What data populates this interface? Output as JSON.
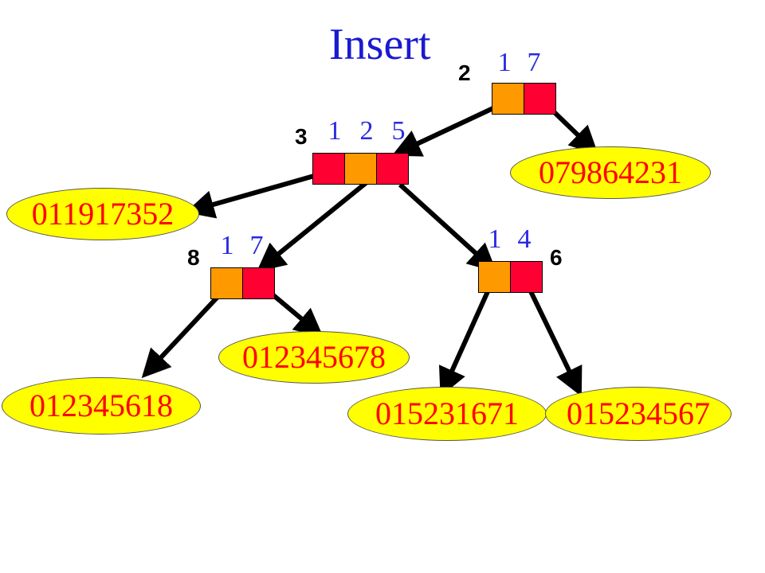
{
  "title": "Insert",
  "nodes": {
    "n2": {
      "number": "2",
      "digits": [
        "1",
        "7"
      ],
      "cells": [
        "orange",
        "red"
      ]
    },
    "n3": {
      "number": "3",
      "digits": [
        "1",
        "2",
        "5"
      ],
      "cells": [
        "red",
        "orange",
        "red"
      ]
    },
    "n8": {
      "number": "8",
      "digits": [
        "1",
        "7"
      ],
      "cells": [
        "orange",
        "red"
      ]
    },
    "n6": {
      "number": "6",
      "digits": [
        "1",
        "4"
      ],
      "cells": [
        "orange",
        "red"
      ]
    }
  },
  "leaves": {
    "l1": "079864231",
    "l2": "011917352",
    "l3": "012345678",
    "l4": "012345618",
    "l5": "015231671",
    "l6": "015234567"
  },
  "colors": {
    "title": "#1a1ad0",
    "digits": "#2a2ae0",
    "leaf_fill": "#ffff00",
    "leaf_text": "#ff0000",
    "cell_orange": "#ff9900",
    "cell_red": "#ff0033",
    "arrow": "#000000"
  }
}
